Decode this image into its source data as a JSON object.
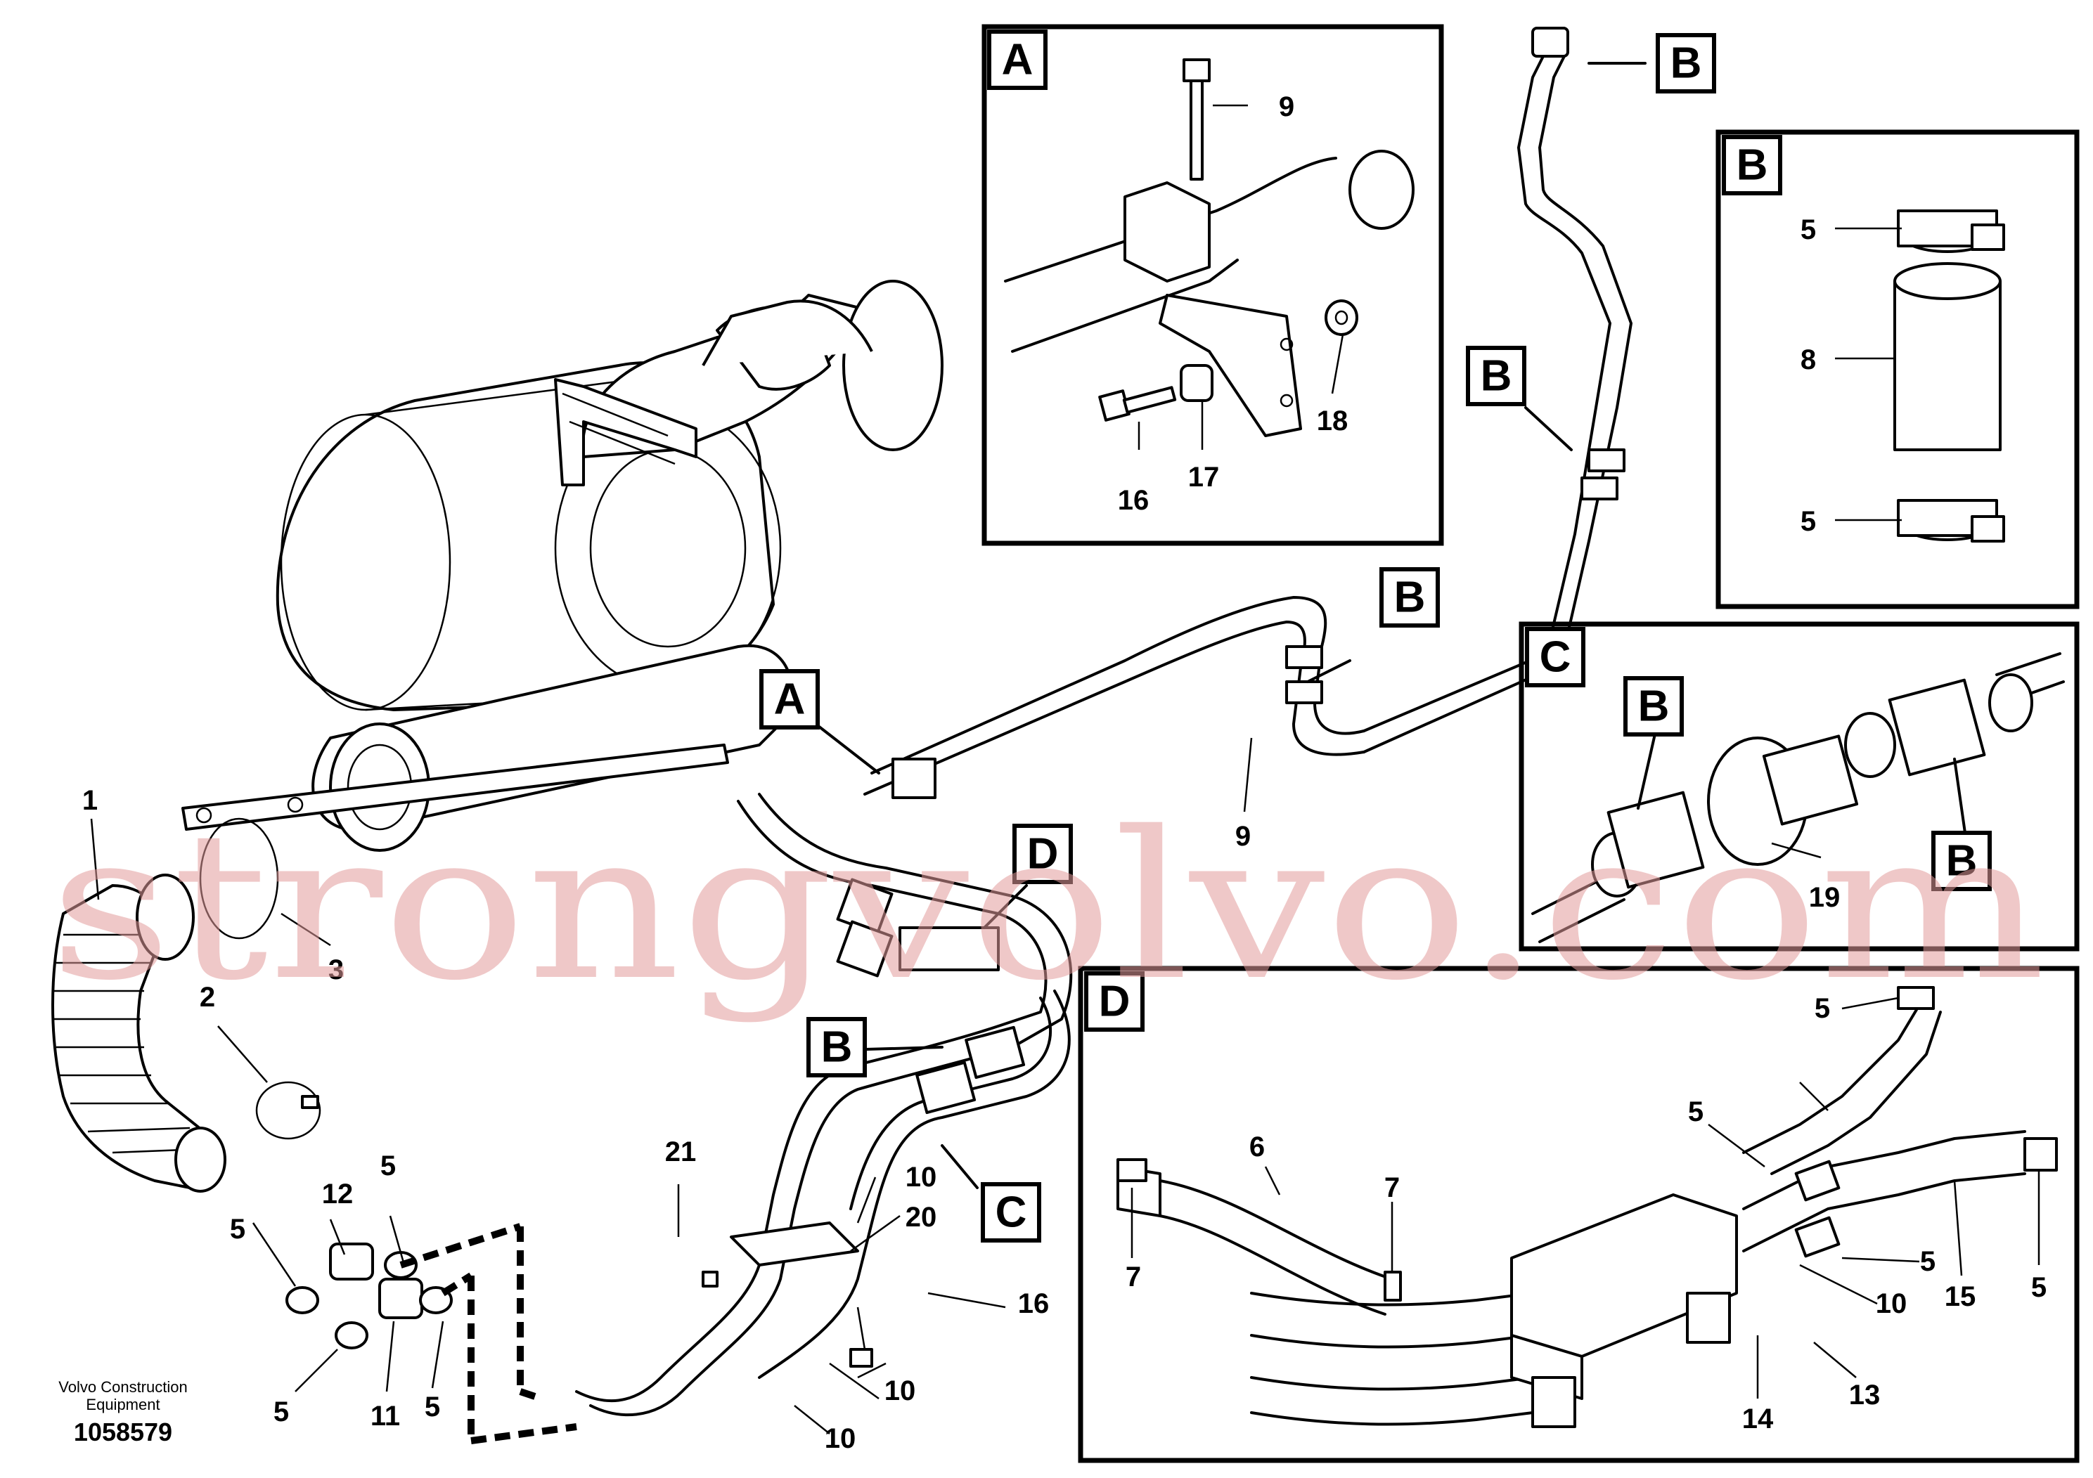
{
  "labels": {
    "detail_a": "A",
    "detail_b": "B",
    "detail_c": "C",
    "detail_d": "D"
  },
  "callouts": {
    "n1": "1",
    "n2": "2",
    "n3": "3",
    "n5": "5",
    "n6": "6",
    "n7": "7",
    "n8": "8",
    "n9": "9",
    "n10": "10",
    "n11": "11",
    "n12": "12",
    "n13": "13",
    "n14": "14",
    "n15": "15",
    "n16": "16",
    "n17": "17",
    "n18": "18",
    "n19": "19",
    "n20": "20",
    "n21": "21"
  },
  "footer": {
    "company_line1": "Volvo Construction",
    "company_line2": "Equipment",
    "doc_number": "1058579"
  },
  "watermark": "strongvolvo.com",
  "colors": {
    "ink": "#000000",
    "watermark": "#e29a9a",
    "background": "#ffffff"
  }
}
